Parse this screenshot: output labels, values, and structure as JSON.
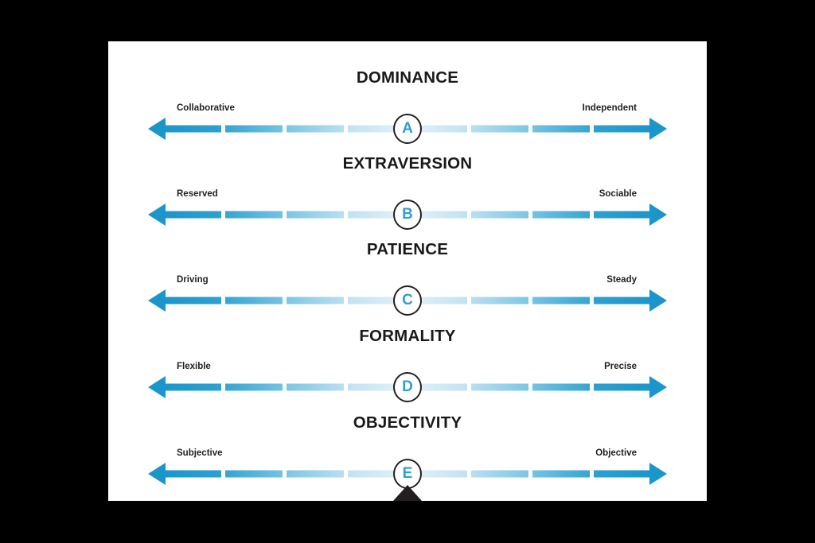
{
  "slide": {
    "background_color": "#000000",
    "card_color": "#ffffff",
    "pointer_color": "#231f20"
  },
  "theme": {
    "accent_dark": "#1b96cb",
    "accent_mid": "#74c3e3",
    "accent_light": "#e3f2f9",
    "marker_letter_color": "#2e9fd0",
    "marker_ring_color": "#231f20",
    "title_color": "#1a1a1a",
    "label_color": "#231f20"
  },
  "chart_data": {
    "type": "scatter",
    "title": "",
    "xlabel": "",
    "ylabel": "",
    "xlim": [
      -1,
      1
    ],
    "grid": false,
    "legend": "none",
    "segments_per_side": 4,
    "categories": [
      "DOMINANCE",
      "EXTRAVERSION",
      "PATIENCE",
      "FORMALITY",
      "OBJECTIVITY"
    ],
    "values": [
      0,
      0,
      0,
      0,
      0
    ],
    "series": [
      {
        "name": "marker-position",
        "values": [
          0,
          0,
          0,
          0,
          0
        ]
      }
    ],
    "annotations": [
      "A",
      "B",
      "C",
      "D",
      "E"
    ]
  },
  "scales": [
    {
      "id": "dominance",
      "title": "DOMINANCE",
      "left_label": "Collaborative",
      "right_label": "Independent",
      "marker": "A",
      "marker_position": 50
    },
    {
      "id": "extraversion",
      "title": "EXTRAVERSION",
      "left_label": "Reserved",
      "right_label": "Sociable",
      "marker": "B",
      "marker_position": 50
    },
    {
      "id": "patience",
      "title": "PATIENCE",
      "left_label": "Driving",
      "right_label": "Steady",
      "marker": "C",
      "marker_position": 50
    },
    {
      "id": "formality",
      "title": "FORMALITY",
      "left_label": "Flexible",
      "right_label": "Precise",
      "marker": "D",
      "marker_position": 50
    },
    {
      "id": "objectivity",
      "title": "OBJECTIVITY",
      "left_label": "Subjective",
      "right_label": "Objective",
      "marker": "E",
      "marker_position": 50
    }
  ]
}
